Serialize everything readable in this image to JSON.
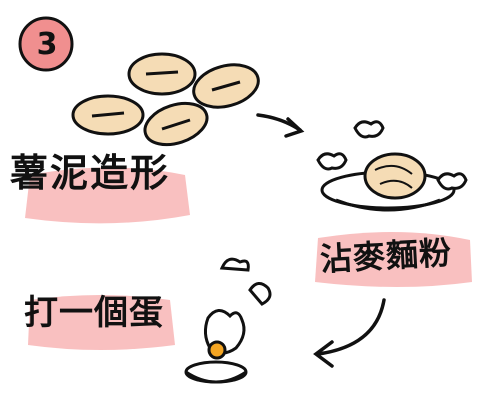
{
  "step": {
    "number": "3",
    "badge_color": "#f08f8f"
  },
  "captions": {
    "shape": "薯泥造形",
    "coat": "沾麥麵粉",
    "egg": "打一個蛋"
  },
  "colors": {
    "highlight": "#f7a5a5",
    "potato": "#f5dcb5",
    "outline": "#111111",
    "yolk": "#f5a623"
  }
}
